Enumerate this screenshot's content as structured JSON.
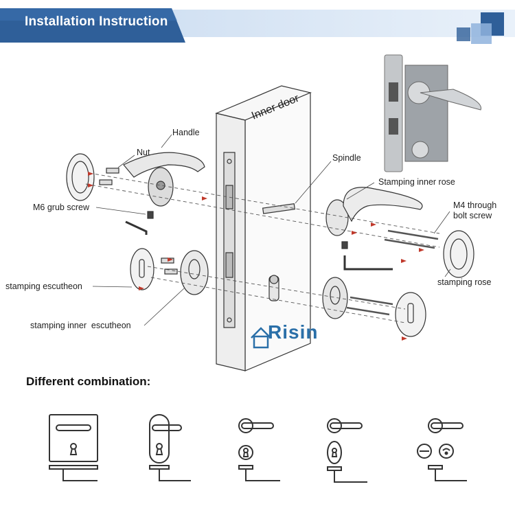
{
  "header": {
    "title": "Installation Instruction"
  },
  "diagram": {
    "door_label": "Inner door",
    "brand": "Risin",
    "labels": {
      "handle": "Handle",
      "nut": "Nut",
      "m6_grub_screw": "M6 grub screw",
      "stamping_escutheon": "stamping escutheon",
      "stamping_inner_escutheon": "stamping inner  escutheon",
      "spindle": "Spindle",
      "stamping_inner_rose": "Stamping inner rose",
      "m4_line1": "M4 through",
      "m4_line2": "bolt screw",
      "stamping_rose": "stamping rose"
    }
  },
  "combinations": {
    "title": "Different combination:",
    "items": [
      "square-plate",
      "long-plate",
      "rose-and-escutcheon",
      "rose-and-inner-escutcheon",
      "rose-and-thumbturn"
    ]
  },
  "colors": {
    "banner_blue": "#2f5f99",
    "banner_light": "#8fb3dd",
    "accent_red": "#c0392b"
  }
}
